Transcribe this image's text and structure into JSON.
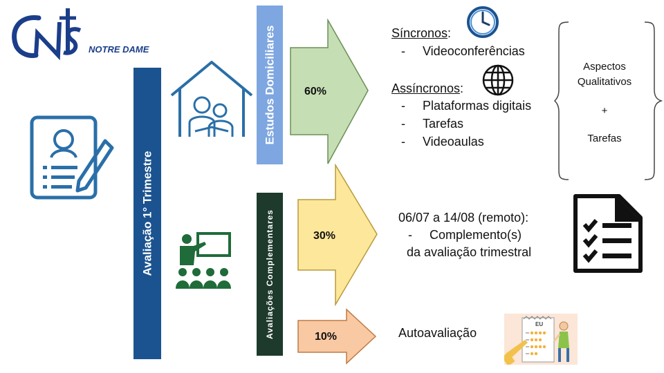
{
  "logo": {
    "text": "NOTRE DAME"
  },
  "colors": {
    "navy": "#1b5390",
    "darkgreen": "#1d3a2c",
    "lightblue": "#7ea6e0",
    "green": "#c5deb4",
    "yellow": "#fde79a",
    "orange": "#f8c9a3",
    "icon": "#2a6fa8"
  },
  "main_label": "Avaliação 1° Trimestre",
  "sections": [
    {
      "label": "Estudos Domiciliares",
      "percent": "60%",
      "sync_title": "Síncronos",
      "sync_items": [
        "Videoconferências"
      ],
      "async_title": "Assíncronos",
      "async_items": [
        "Plataformas digitais",
        "Tarefas",
        "Videoaulas"
      ]
    },
    {
      "label": "Avaliações Complementares",
      "percent": "30%",
      "line1": "06/07 a 14/08 (remoto):",
      "line2": "Complemento(s)",
      "line3": "da avaliação trimestral"
    },
    {
      "percent": "10%",
      "text": "Autoavaliação"
    }
  ],
  "brace": {
    "line1": "Aspectos",
    "line2": "Qualitativos",
    "line3": "+",
    "line4": "Tarefas"
  },
  "eu_text": "EU",
  "icons": [
    "clock-icon",
    "globe-icon",
    "home-study-icon",
    "teacher-class-icon",
    "checklist-icon",
    "evaluation-form-icon",
    "self-assessment-icon"
  ]
}
